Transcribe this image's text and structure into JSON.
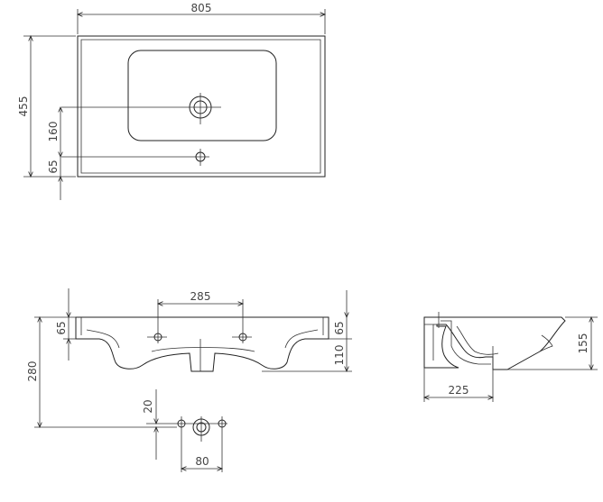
{
  "top_view": {
    "width_label": "805",
    "height_label": "455",
    "tap_offset_label": "160",
    "edge_offset_label": "65"
  },
  "front_view": {
    "hole_spacing_label": "285",
    "left_depth_label": "65",
    "right_depth_label": "65",
    "bowl_depth_label": "110",
    "total_height_label": "280",
    "drain_offset_label": "20",
    "drain_spacing_label": "80"
  },
  "side_view": {
    "height_label": "155",
    "depth_label": "225"
  }
}
